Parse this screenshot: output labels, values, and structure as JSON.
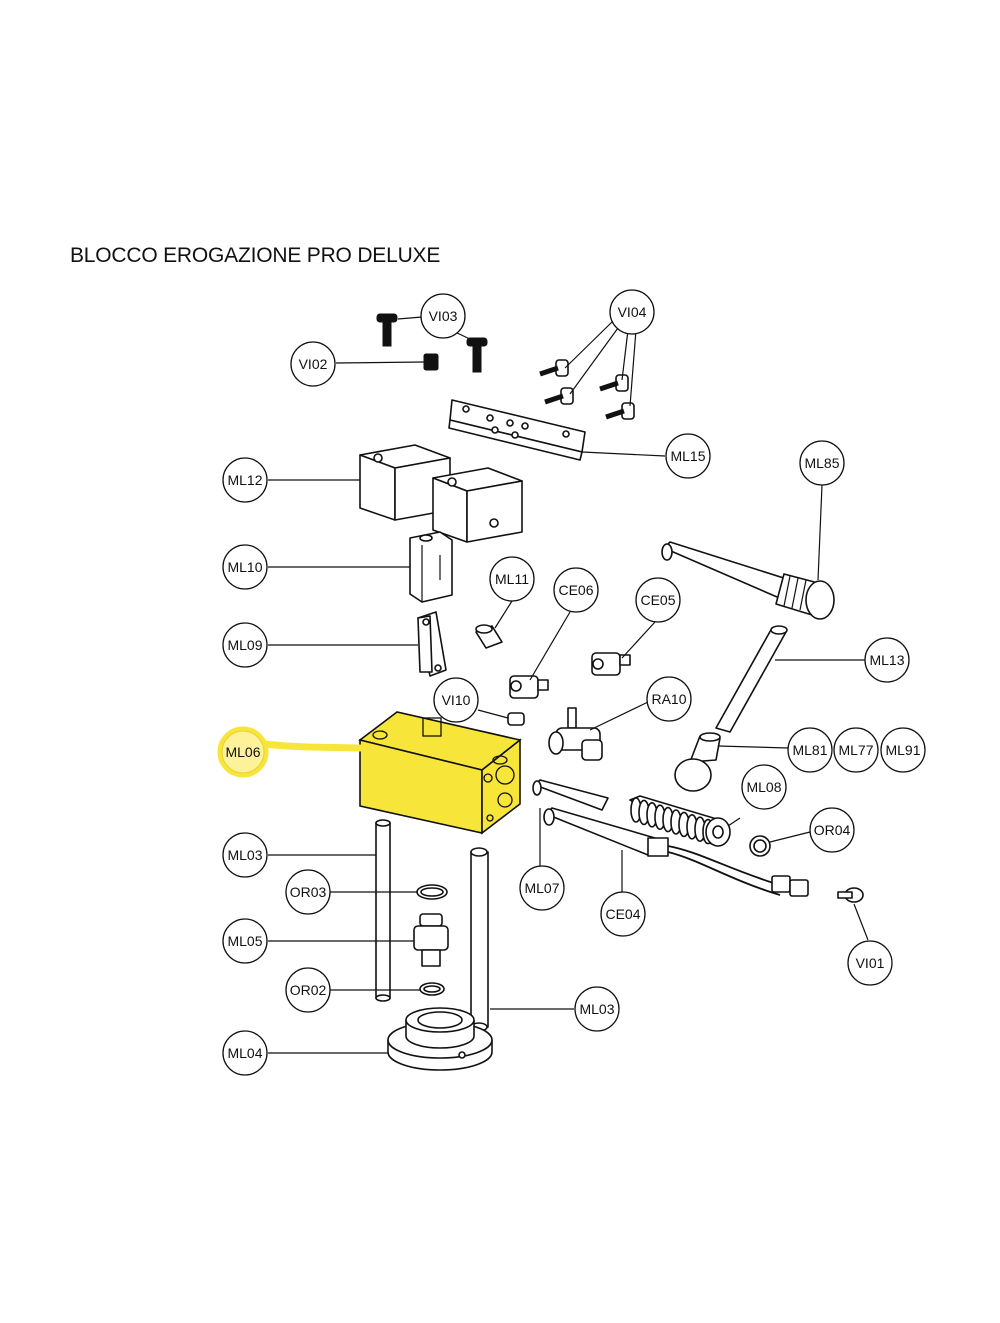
{
  "title": "BLOCCO EROGAZIONE PRO DELUXE",
  "highlight_color": "#f7e53a",
  "callouts": {
    "vi03": "VI03",
    "vi04": "VI04",
    "vi02": "VI02",
    "ml15": "ML15",
    "ml12": "ML12",
    "ml85": "ML85",
    "ml10": "ML10",
    "ml11": "ML11",
    "ce06": "CE06",
    "ce05": "CE05",
    "ml09": "ML09",
    "ml13": "ML13",
    "vi10": "VI10",
    "ra10": "RA10",
    "ml06": "ML06",
    "ml81": "ML81",
    "ml77": "ML77",
    "ml91": "ML91",
    "ml08": "ML08",
    "or04": "OR04",
    "ml03_left": "ML03",
    "or03": "OR03",
    "ml07": "ML07",
    "ce04": "CE04",
    "vi01": "VI01",
    "ml05": "ML05",
    "or02": "OR02",
    "ml03_right": "ML03",
    "ml04": "ML04"
  }
}
